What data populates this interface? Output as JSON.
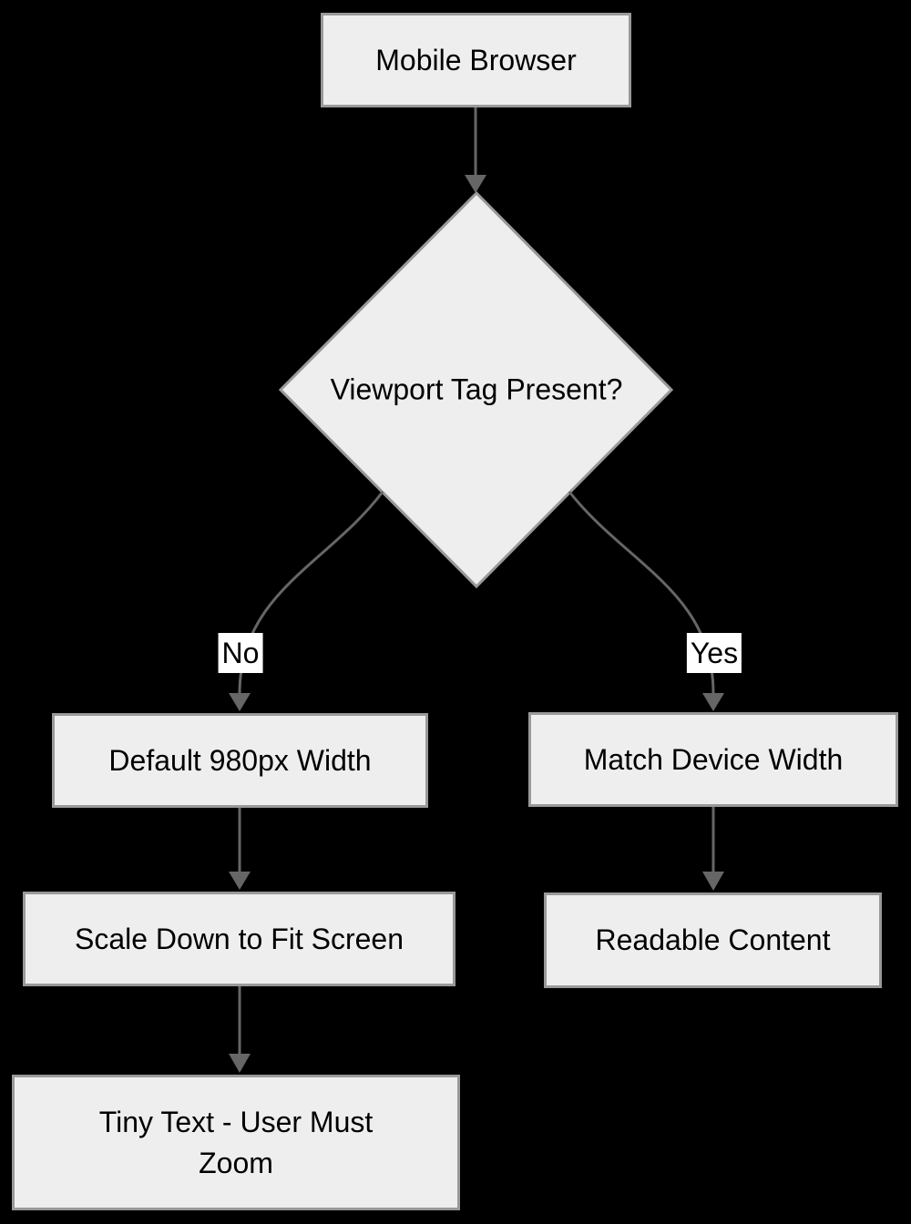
{
  "diagram": {
    "type": "flowchart",
    "background_color": "#000000",
    "node_fill_color": "#eeeeee",
    "node_border_color": "#999999",
    "edge_color": "#666666",
    "edge_label_background": "#ffffff",
    "text_color": "#000000"
  },
  "nodes": {
    "mobile_browser": {
      "label": "Mobile Browser",
      "shape": "rectangle"
    },
    "decision": {
      "label": "Viewport Tag Present?",
      "shape": "diamond"
    },
    "default_width": {
      "label": "Default 980px Width",
      "shape": "rectangle"
    },
    "match_width": {
      "label": "Match Device Width",
      "shape": "rectangle"
    },
    "scale_down": {
      "label": "Scale Down to Fit Screen",
      "shape": "rectangle"
    },
    "readable": {
      "label": "Readable Content",
      "shape": "rectangle"
    },
    "tiny_text": {
      "label": "Tiny Text - User Must Zoom",
      "shape": "rectangle"
    }
  },
  "edge_labels": {
    "no": "No",
    "yes": "Yes"
  },
  "edges": [
    {
      "from": "Mobile Browser",
      "to": "Viewport Tag Present?",
      "label": ""
    },
    {
      "from": "Viewport Tag Present?",
      "to": "Default 980px Width",
      "label": "No"
    },
    {
      "from": "Viewport Tag Present?",
      "to": "Match Device Width",
      "label": "Yes"
    },
    {
      "from": "Default 980px Width",
      "to": "Scale Down to Fit Screen",
      "label": ""
    },
    {
      "from": "Scale Down to Fit Screen",
      "to": "Tiny Text - User Must Zoom",
      "label": ""
    },
    {
      "from": "Match Device Width",
      "to": "Readable Content",
      "label": ""
    }
  ]
}
